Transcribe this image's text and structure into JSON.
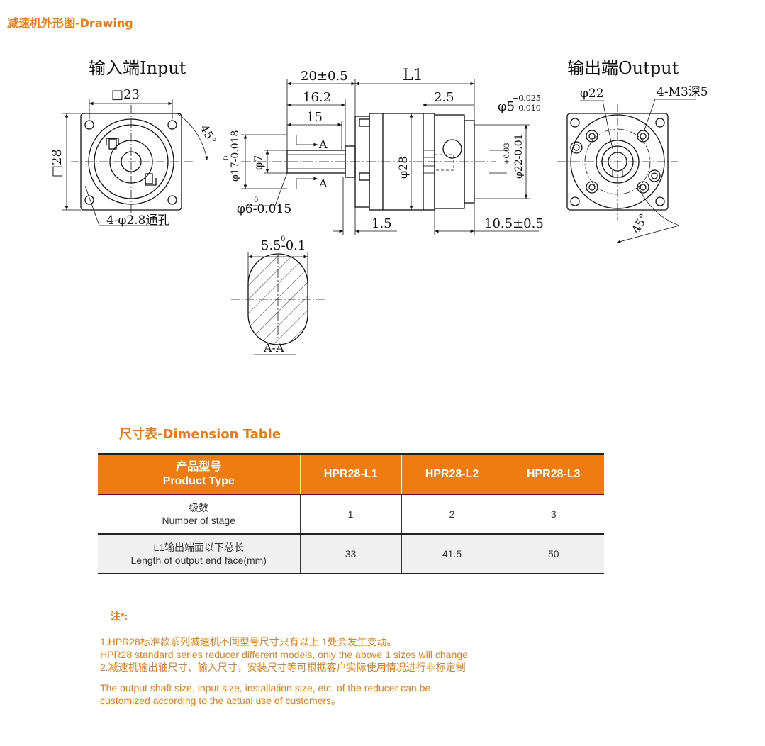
{
  "drawing_title": "减速机外形图-Drawing",
  "drawing": {
    "input_title": "输入端Input",
    "output_title": "输出端Output",
    "square_23": "□23",
    "square_28": "□28",
    "angle_45": "45°",
    "holes": "4-φ2.8通孔",
    "dim_20": "20±0.5",
    "dim_L1": "L1",
    "dim_16_2": "16.2",
    "dim_2_5": "2.5",
    "dim_15": "15",
    "dim_phi5": "φ5",
    "dim_phi5_tol_upper": "+0.025",
    "dim_phi5_tol_lower": "+0.010",
    "section_mark": "A",
    "dim_phi17": "φ17-0.018",
    "dim_phi17_upper": "0",
    "dim_phi7": "φ7",
    "dim_phi28": "φ28",
    "dim_phi22_out": "φ22-0.01",
    "dim_phi22_upper": "+0.03",
    "dim_phi6": "φ6-0.015",
    "dim_phi6_upper": "0",
    "dim_1_5": "1.5",
    "dim_10_5": "10.5±0.5",
    "dim_5_5": "5.5-0.1",
    "dim_5_5_upper": "0",
    "section_label": "A-A",
    "out_phi22": "φ22",
    "out_m3": "4-M3深5",
    "out_angle_45": "45°"
  },
  "table_title": "尺寸表-Dimension Table",
  "table": {
    "header": {
      "type_cn": "产品型号",
      "type_en": "Product Type",
      "models": [
        "HPR28-L1",
        "HPR28-L2",
        "HPR28-L3"
      ]
    },
    "rows": [
      {
        "label_cn": "级数",
        "label_en": "Number of stage",
        "values": [
          "1",
          "2",
          "3"
        ]
      },
      {
        "label_cn": "L1输出端面以下总长",
        "label_en": "Length of output end face(mm)",
        "values": [
          "33",
          "41.5",
          "50"
        ]
      }
    ]
  },
  "notes": {
    "title": "注*:",
    "line1": "1.HPR28标准款系列减速机不同型号尺寸只有以上 1处会发生变动。",
    "line2": " HPR28 standard series reducer different models, only the above 1 sizes will change",
    "line3": "2.减速机输出轴尺寸、输入尺寸，安装尺寸等可根据客户实际使用情况进行非标定制",
    "line4": "The output shaft size, input size, installation size, etc. of the reducer can be",
    "line5": "customized according to the actual use of customers。"
  },
  "colors": {
    "accent": "#ee7a0e",
    "header_bg": "#ef7c10",
    "row_alt": "#f0f0f0"
  }
}
